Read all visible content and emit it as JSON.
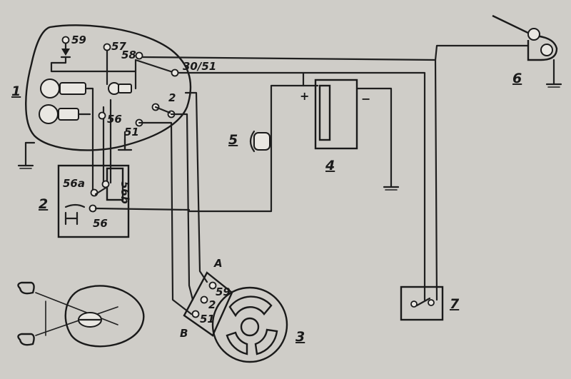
{
  "components": {
    "headlamp": "1",
    "switch": "2",
    "generator": "3",
    "battery": "4",
    "horn": "5",
    "tail_lamp": "6",
    "brake_switch": "7"
  },
  "terminals": {
    "t59_headlamp": "59",
    "t57": "57",
    "t58": "58",
    "t30_51": "30/51",
    "t2_headlamp": "2",
    "t56_headlamp": "56",
    "t51_headlamp": "51",
    "t56a": "56a",
    "t56b": "56b",
    "t56_switch": "56",
    "t59_gen": "59",
    "t2_gen": "2",
    "t51_gen": "51"
  },
  "generator_labels": {
    "a": "A",
    "b": "B"
  },
  "battery_labels": {
    "plus": "+",
    "minus": "−"
  }
}
